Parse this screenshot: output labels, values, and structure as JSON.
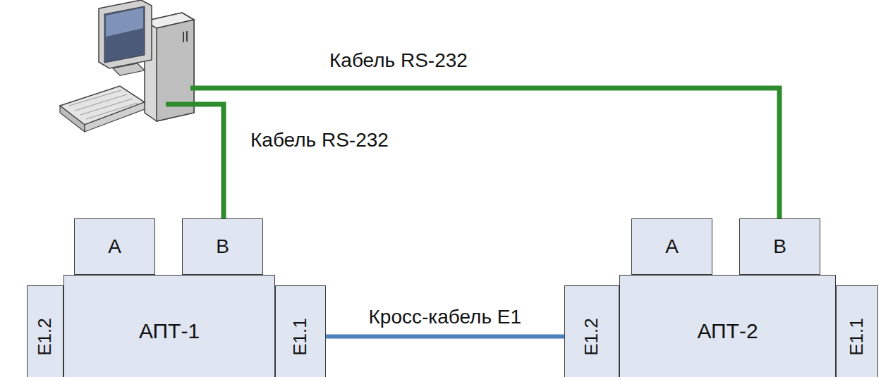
{
  "diagram": {
    "nodes": [
      {
        "text": [
          "АПТ-1"
        ]
      },
      {
        "text": [
          "A"
        ]
      },
      {
        "text": [
          "B"
        ]
      },
      {
        "text": [
          "E1.2"
        ]
      },
      {
        "text": [
          "E1.1"
        ]
      },
      {
        "text": [
          "АПТ-2"
        ]
      },
      {
        "text": [
          "A"
        ]
      },
      {
        "text": [
          "B"
        ]
      },
      {
        "text": [
          "E1.2"
        ]
      },
      {
        "text": [
          "E1.1"
        ]
      }
    ],
    "edges": [
      {
        "from": 4,
        "to": 8,
        "arrow": "none",
        "label": "Кросс-кабель E1"
      }
    ],
    "labels": [
      "Кабель RS-232",
      "Кабель RS-232"
    ]
  }
}
